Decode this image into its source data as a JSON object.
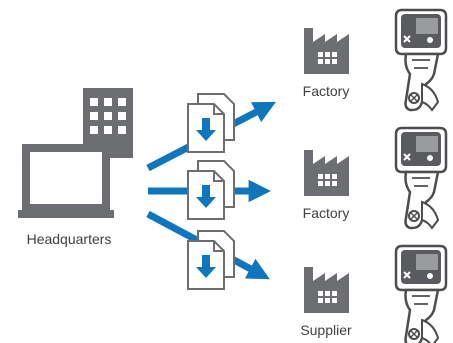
{
  "source": {
    "label": "Headquarters"
  },
  "destinations": [
    {
      "label": "Factory"
    },
    {
      "label": "Factory"
    },
    {
      "label": "Supplier"
    }
  ],
  "colors": {
    "arrow": "#0f75bc",
    "icon_gray": "#6d6e71",
    "document_outline": "#6d6e71",
    "download_arrow": "#0f75bc",
    "text": "#404040"
  },
  "icons": {
    "source_building": "office-building-icon",
    "laptop": "laptop-icon",
    "document": "document-download-icon",
    "destination": "factory-icon",
    "device": "handheld-spectrophotometer-icon"
  }
}
